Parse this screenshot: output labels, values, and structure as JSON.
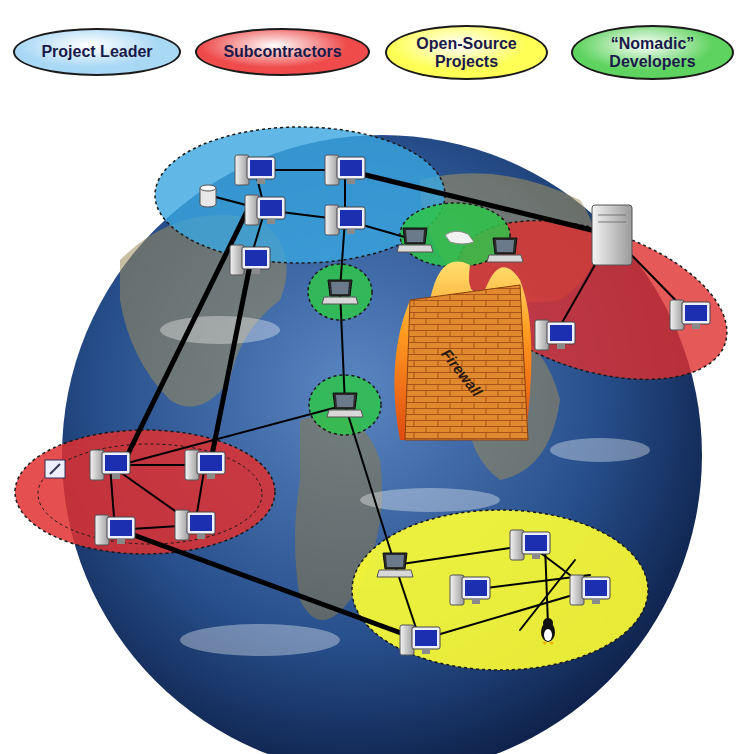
{
  "diagram": {
    "labels": [
      "Firewall"
    ],
    "legend": [
      {
        "text": "Project Leader",
        "color": "#a9d8f5"
      },
      {
        "text": "Subcontractors",
        "color": "#ef4b4b"
      },
      {
        "text": "Open-Source Projects",
        "color": "#ffff55"
      },
      {
        "text": "“Nomadic” Developers",
        "color": "#5fd35f"
      }
    ]
  }
}
